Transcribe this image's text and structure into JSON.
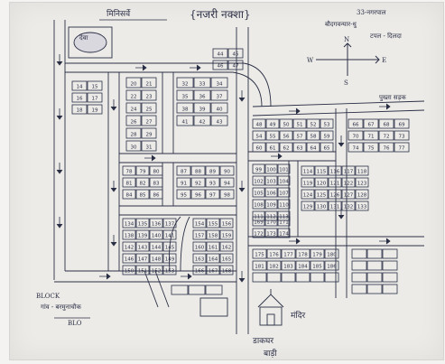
{
  "map": {
    "title": "{नजरी नक्शा}",
    "top_left_label": "मिनिसर्वे",
    "top_right_lines": [
      "33-नगरपाल",
      "बौदगवन्यार-धु",
      "टपल - दिलदा"
    ],
    "compass": {
      "north": "N",
      "south": "S",
      "east": "E",
      "west": "W"
    },
    "bottom_left_lines": [
      "BLOCK",
      "गांव - बरमुनाचौक",
      "BLO"
    ],
    "temple_label": "मंदिर",
    "bottom_center_lines": [
      "डाकघर",
      "बाड़ी"
    ],
    "right_road_label": "पुख्ता सड़क",
    "small_box_label": "देवा",
    "house_numbers": [
      "14",
      "15",
      "16",
      "17",
      "18",
      "19",
      "20",
      "21",
      "22",
      "23",
      "24",
      "25",
      "26",
      "27",
      "28",
      "29",
      "30",
      "31",
      "32",
      "33",
      "34",
      "35",
      "36",
      "37",
      "38",
      "39",
      "40",
      "41",
      "42",
      "43",
      "44",
      "45",
      "46",
      "47",
      "48",
      "49",
      "50",
      "51",
      "52",
      "53",
      "54",
      "55",
      "56",
      "57",
      "58",
      "59",
      "60",
      "61",
      "62",
      "63",
      "64",
      "65",
      "66",
      "67",
      "68",
      "69",
      "70",
      "71",
      "72",
      "73",
      "74",
      "75",
      "76",
      "77",
      "78",
      "79",
      "80",
      "81",
      "82",
      "83",
      "84",
      "85",
      "86",
      "87",
      "88",
      "89",
      "90",
      "91",
      "92",
      "93",
      "94",
      "95",
      "96",
      "97",
      "98",
      "99",
      "100",
      "101",
      "102",
      "103",
      "104",
      "105",
      "106",
      "107",
      "108",
      "109",
      "110",
      "111",
      "112",
      "113",
      "114",
      "115",
      "116",
      "117",
      "118",
      "119",
      "120",
      "121",
      "122",
      "123",
      "124",
      "125",
      "126",
      "127",
      "128",
      "129",
      "130",
      "131",
      "132",
      "133",
      "134",
      "135",
      "136",
      "137",
      "138",
      "139",
      "140",
      "141",
      "142",
      "143",
      "144",
      "145",
      "146",
      "147",
      "148",
      "149",
      "150",
      "151",
      "152",
      "153",
      "154",
      "155",
      "156",
      "157",
      "158",
      "159",
      "160",
      "161",
      "162",
      "163",
      "164",
      "165",
      "166",
      "167",
      "168",
      "169",
      "170",
      "171",
      "172",
      "173",
      "174",
      "175",
      "176",
      "177",
      "178",
      "179",
      "180",
      "181",
      "182",
      "183",
      "184",
      "185",
      "186"
    ]
  }
}
